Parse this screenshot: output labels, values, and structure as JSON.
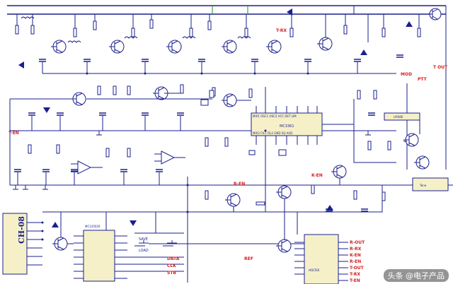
{
  "ic_labels": {
    "main_ic": "MC3361",
    "right_ic": "LM386",
    "bottom_ic": "MC145026",
    "left_module": "CH-08",
    "tone_box": "Tone",
    "mcu": "HOLTEK"
  },
  "net_labels": {
    "t_out_top": "T OUT",
    "t_rx": "T-RX",
    "mod": "MOD",
    "ptt": "PTT",
    "t_en": "T-EN",
    "r_en": "R-EN",
    "k_en": "K-EN",
    "ref": "REF"
  },
  "mcu_pins_right": [
    "R-OUT",
    "R-RX",
    "K-EN",
    "R-EN",
    "T-OUT",
    "T-RX",
    "T-EN"
  ],
  "switch_labels": [
    "SAVE",
    "LOAD"
  ],
  "data_labels": [
    "DATA",
    "CLK",
    "STB"
  ],
  "watermark": "头条 @电子产品"
}
